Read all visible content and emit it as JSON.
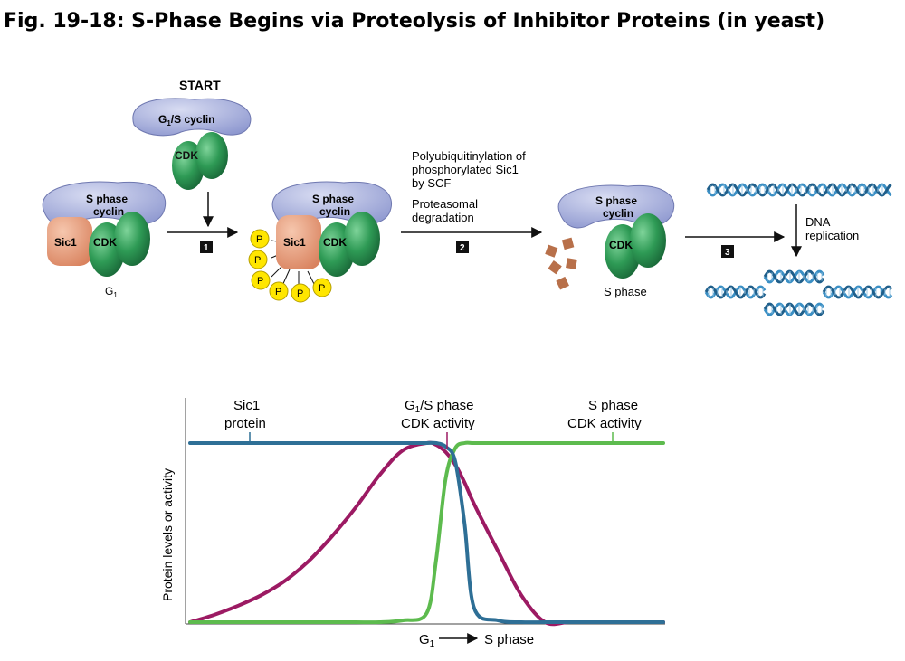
{
  "title": "Fig. 19-18: S-Phase Begins via Proteolysis of Inhibitor Proteins (in yeast)",
  "diagram": {
    "start_label": "START",
    "g1s_cyclin_label": "G",
    "g1s_cyclin_sub": "1",
    "g1s_cyclin_rest": "/S cyclin",
    "cdk_label": "CDK",
    "s_phase_cyclin_line1": "S phase",
    "s_phase_cyclin_line2": "cyclin",
    "sic1_label": "Sic1",
    "p_label": "P",
    "g1_label": "G",
    "g1_sub": "1",
    "step1": "1",
    "step2": "2",
    "step3": "3",
    "step2_text": [
      "Polyubiquitinylation of",
      "phosphorylated Sic1",
      "by SCF",
      "Proteasomal",
      "degradation"
    ],
    "s_phase_label": "S phase",
    "dna_line1": "DNA",
    "dna_line2": "replication"
  },
  "chart_data": {
    "type": "line",
    "title": "",
    "ylabel": "Protein levels or activity",
    "xlabel_start": "G",
    "xlabel_start_sub": "1",
    "xlabel_end": "S phase",
    "ylim": [
      0,
      1
    ],
    "x": [
      0,
      0.05,
      0.1,
      0.15,
      0.2,
      0.25,
      0.3,
      0.35,
      0.4,
      0.45,
      0.5,
      0.52,
      0.54,
      0.56,
      0.58,
      0.6,
      0.65,
      0.7,
      0.75,
      0.8,
      0.85,
      0.9,
      0.95,
      1.0
    ],
    "series": [
      {
        "name": "Sic1 protein",
        "name_lines": [
          "Sic1",
          "protein"
        ],
        "color": "#2e6f96",
        "values": [
          1,
          1,
          1,
          1,
          1,
          1,
          1,
          1,
          1,
          1,
          1,
          1,
          0.98,
          0.9,
          0.55,
          0.08,
          0.01,
          0,
          0,
          0,
          0,
          0,
          0,
          0
        ]
      },
      {
        "name": "G1/S phase CDK activity",
        "name_lines": [
          "G1/S phase",
          "CDK activity"
        ],
        "color": "#9c1a63",
        "values": [
          0,
          0.04,
          0.09,
          0.15,
          0.23,
          0.34,
          0.48,
          0.64,
          0.82,
          0.96,
          1.0,
          0.99,
          0.95,
          0.88,
          0.78,
          0.66,
          0.4,
          0.15,
          0,
          0,
          0,
          0,
          0,
          0
        ]
      },
      {
        "name": "S phase CDK activity",
        "name_lines": [
          "S phase",
          "CDK activity"
        ],
        "color": "#5dbb4e",
        "values": [
          0,
          0,
          0,
          0,
          0,
          0,
          0,
          0,
          0,
          0.01,
          0.05,
          0.35,
          0.8,
          0.97,
          1,
          1,
          1,
          1,
          1,
          1,
          1,
          1,
          1,
          1
        ]
      }
    ]
  },
  "colors": {
    "cyclin": "#9ea7d8",
    "cdk": "#2e9a55",
    "sic1": "#e59a78",
    "phospho": "#ffe600",
    "fragment": "#b8704a",
    "dna": "#3b8fc4",
    "step_box": "#111111"
  }
}
